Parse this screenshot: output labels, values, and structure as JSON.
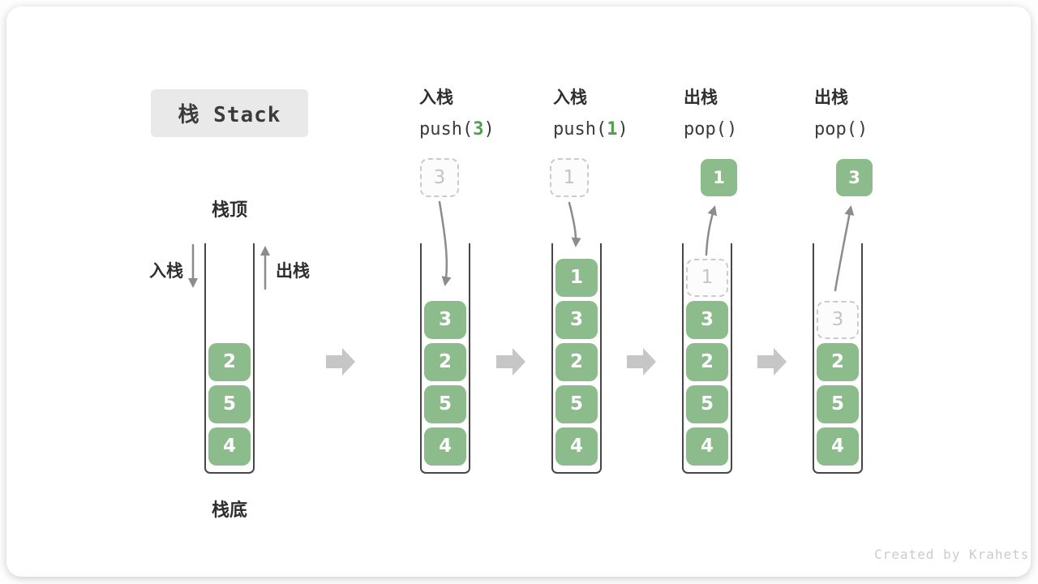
{
  "title": "栈 Stack",
  "watermark": "Created by Krahets",
  "labels": {
    "stack_top": "栈顶",
    "stack_bottom": "栈底",
    "push_cn": "入栈",
    "pop_cn": "出栈"
  },
  "colors": {
    "block_green": "#8cbc8b",
    "code_green": "#4f9f4f",
    "arrow_gray": "#8c8c8c",
    "step_arrow_gray": "#c6c6c6",
    "title_bg": "#e9e9e9",
    "text_dark": "#3b3b3b"
  },
  "stages": [
    {
      "name": "initial-stack",
      "blocks": [
        "2",
        "5",
        "4"
      ]
    },
    {
      "name": "push-3",
      "op_cn": "入栈",
      "op_pre": "push(",
      "op_arg": "3",
      "op_post": ")",
      "incoming_value": "3",
      "blocks": [
        "3",
        "2",
        "5",
        "4"
      ]
    },
    {
      "name": "push-1",
      "op_cn": "入栈",
      "op_pre": "push(",
      "op_arg": "1",
      "op_post": ")",
      "incoming_value": "1",
      "blocks": [
        "1",
        "3",
        "2",
        "5",
        "4"
      ]
    },
    {
      "name": "pop-1",
      "op_cn": "出栈",
      "op_pre": "pop(",
      "op_arg": "",
      "op_post": ")",
      "popped_value": "1",
      "ghost_value": "1",
      "blocks": [
        "3",
        "2",
        "5",
        "4"
      ]
    },
    {
      "name": "pop-3",
      "op_cn": "出栈",
      "op_pre": "pop(",
      "op_arg": "",
      "op_post": ")",
      "popped_value": "3",
      "ghost_value": "3",
      "blocks": [
        "2",
        "5",
        "4"
      ]
    }
  ]
}
